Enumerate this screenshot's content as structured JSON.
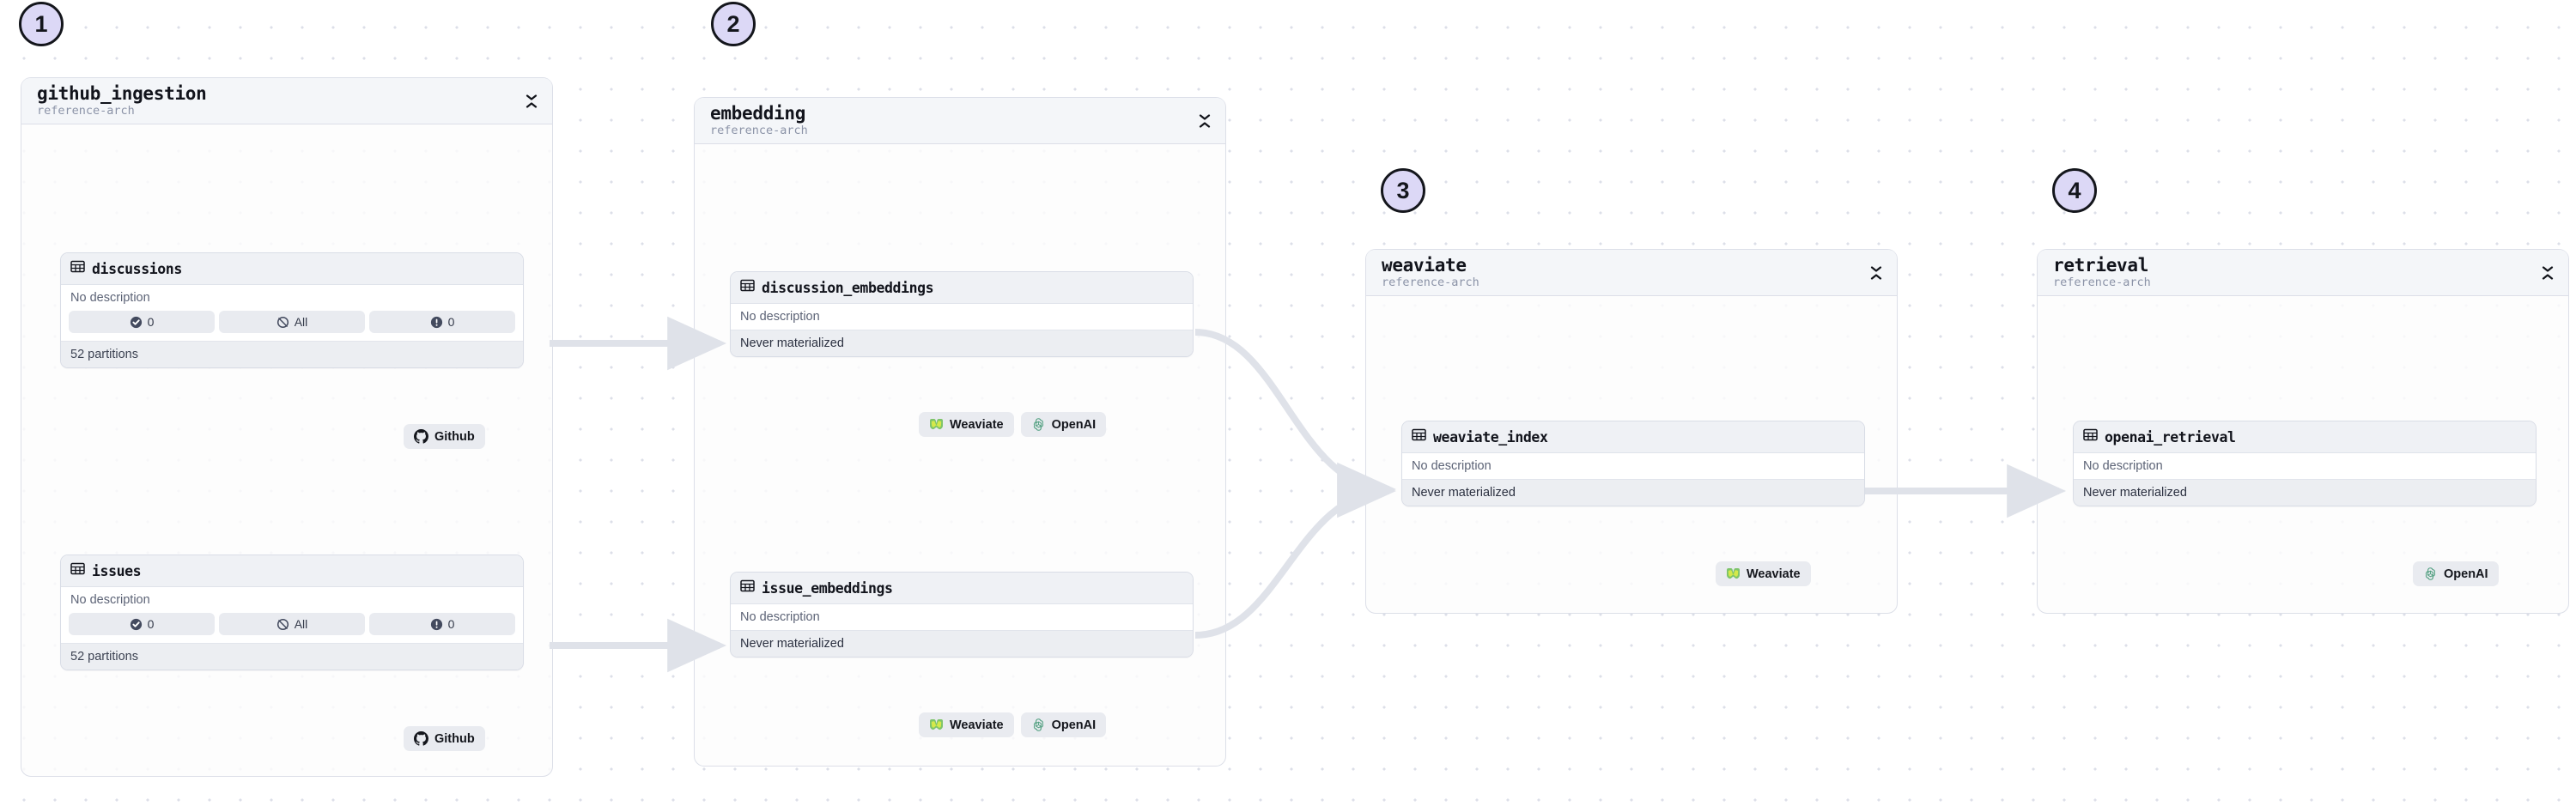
{
  "graph": {
    "background": "#ffffff",
    "dot_color": "#dcdfe8",
    "edge_color": "#dfe2e9",
    "badge_fill": "#dcd8f6",
    "badge_border": "#14161c"
  },
  "steps": [
    {
      "number": "1"
    },
    {
      "number": "2"
    },
    {
      "number": "3"
    },
    {
      "number": "4"
    }
  ],
  "groups": [
    {
      "id": "github_ingestion",
      "title": "github_ingestion",
      "subtitle": "reference-arch",
      "collapse_icon": "collapse-chevrons-icon"
    },
    {
      "id": "embedding",
      "title": "embedding",
      "subtitle": "reference-arch",
      "collapse_icon": "collapse-chevrons-icon"
    },
    {
      "id": "weaviate",
      "title": "weaviate",
      "subtitle": "reference-arch",
      "collapse_icon": "collapse-chevrons-icon"
    },
    {
      "id": "retrieval",
      "title": "retrieval",
      "subtitle": "reference-arch",
      "collapse_icon": "collapse-chevrons-icon"
    }
  ],
  "assets": {
    "discussions": {
      "icon": "table-icon",
      "name": "discussions",
      "description": "No description",
      "stats": [
        {
          "icon": "check-circle-icon",
          "value": "0"
        },
        {
          "icon": "no-schedule-icon",
          "value": "All"
        },
        {
          "icon": "alert-circle-icon",
          "value": "0"
        }
      ],
      "footer": "52 partitions"
    },
    "issues": {
      "icon": "table-icon",
      "name": "issues",
      "description": "No description",
      "stats": [
        {
          "icon": "check-circle-icon",
          "value": "0"
        },
        {
          "icon": "no-schedule-icon",
          "value": "All"
        },
        {
          "icon": "alert-circle-icon",
          "value": "0"
        }
      ],
      "footer": "52 partitions"
    },
    "discussion_embeddings": {
      "icon": "table-icon",
      "name": "discussion_embeddings",
      "description": "No description",
      "status": "Never materialized"
    },
    "issue_embeddings": {
      "icon": "table-icon",
      "name": "issue_embeddings",
      "description": "No description",
      "status": "Never materialized"
    },
    "weaviate_index": {
      "icon": "table-icon",
      "name": "weaviate_index",
      "description": "No description",
      "status": "Never materialized"
    },
    "openai_retrieval": {
      "icon": "table-icon",
      "name": "openai_retrieval",
      "description": "No description",
      "status": "Never materialized"
    }
  },
  "tags": {
    "github": {
      "icon": "github-icon",
      "label": "Github"
    },
    "weaviate": {
      "icon": "weaviate-icon",
      "label": "Weaviate"
    },
    "openai": {
      "icon": "openai-icon",
      "label": "OpenAI"
    }
  }
}
